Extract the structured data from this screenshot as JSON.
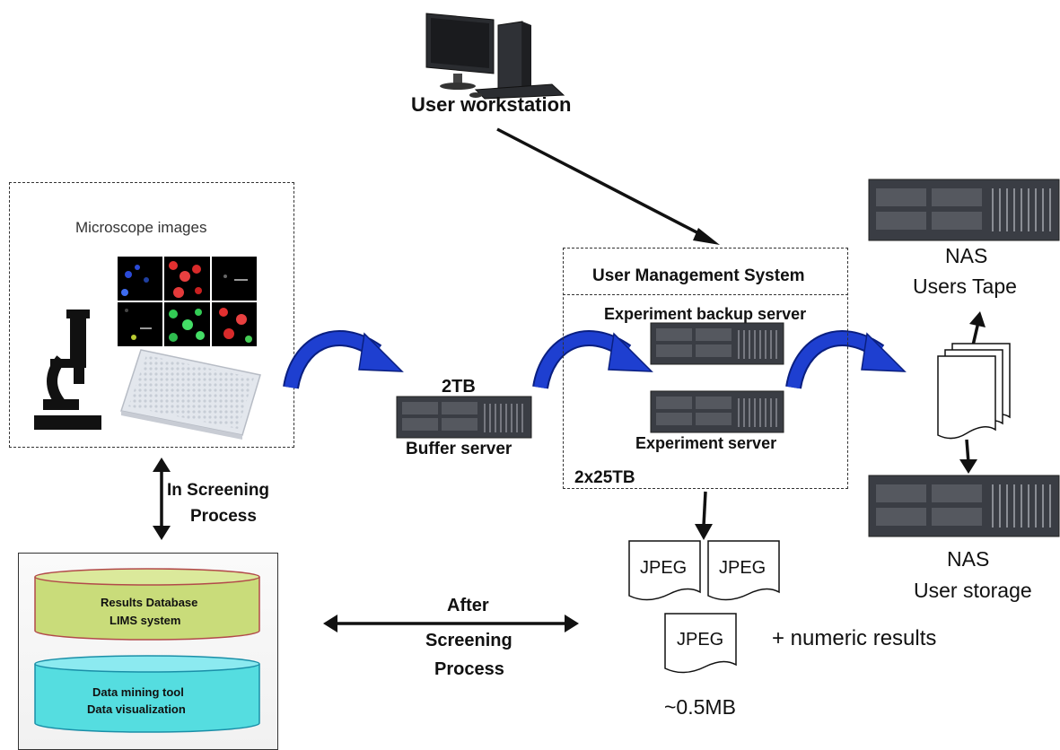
{
  "workstation": {
    "label": "User workstation"
  },
  "microscope_panel": {
    "title": "Microscope images"
  },
  "buffer": {
    "capacity": "2TB",
    "label": "Buffer server"
  },
  "ums": {
    "title": "User Management System",
    "backup_label": "Experiment backup server",
    "experiment_label": "Experiment server",
    "capacity": "2x25TB"
  },
  "nas_tape": {
    "line1": "NAS",
    "line2": "Users Tape"
  },
  "nas_storage": {
    "line1": "NAS",
    "line2": "User storage"
  },
  "in_screening": {
    "line1": "In  Screening",
    "line2": "Process"
  },
  "after_screening": {
    "line1": "After",
    "line2": "Screening",
    "line3": "Process"
  },
  "database": {
    "db1_line1": "Results Database",
    "db1_line2": "LIMS system",
    "db2_line1": "Data mining tool",
    "db2_line2": "Data visualization"
  },
  "results": {
    "jpeg": "JPEG",
    "numeric": "+ numeric results",
    "size": "~0.5MB"
  },
  "colors": {
    "curve_arrow": "#1e3fd0",
    "db1_fill": "#c9dc7a",
    "db2_fill": "#55dde0",
    "server_body": "#3a3d44"
  }
}
